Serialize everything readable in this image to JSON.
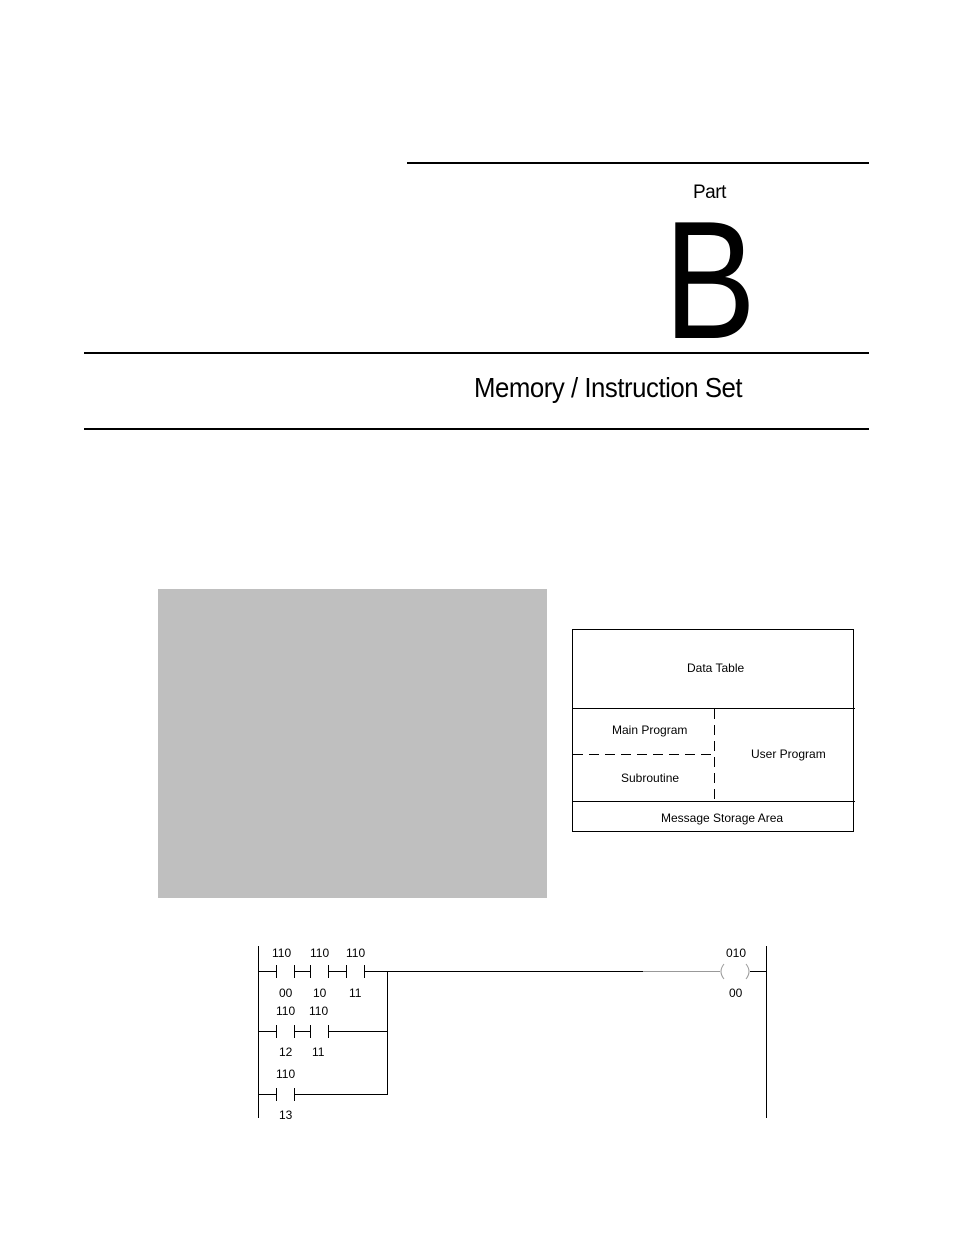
{
  "part": {
    "label": "Part",
    "letter": "B"
  },
  "title": "Memory / Instruction Set",
  "memory_map": {
    "data_table": "Data Table",
    "main_program": "Main Program",
    "subroutine": "Subroutine",
    "user_program": "User Program",
    "message_storage": "Message Storage Area"
  },
  "ladder": {
    "rung1": {
      "contacts": [
        {
          "word": "110",
          "bit": "00"
        },
        {
          "word": "110",
          "bit": "10"
        },
        {
          "word": "110",
          "bit": "11"
        }
      ],
      "output": {
        "word": "010",
        "bit": "00"
      }
    },
    "branch2": [
      {
        "word": "110",
        "bit": "12"
      },
      {
        "word": "110",
        "bit": "11"
      }
    ],
    "branch3": [
      {
        "word": "110",
        "bit": "13"
      }
    ]
  }
}
